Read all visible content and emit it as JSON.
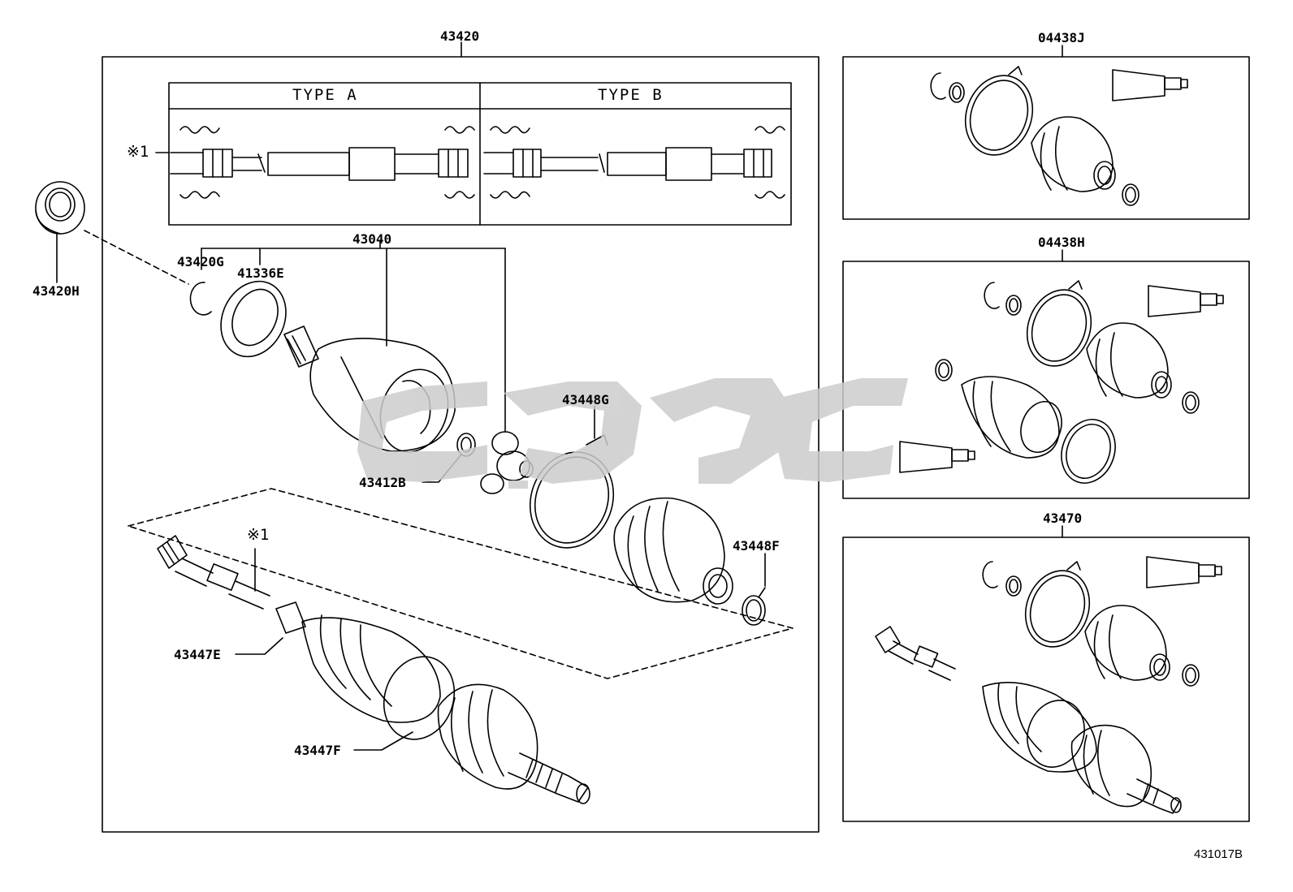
{
  "colors": {
    "ink": "#000000",
    "background": "#ffffff",
    "watermark": "#cccccc"
  },
  "labels": {
    "shaft_assembly": "43420",
    "type_a": "TYPE A",
    "type_b": "TYPE B",
    "note_mark_top": "※1",
    "note_mark_shaft": "※1",
    "bearing": "43420H",
    "snap_ring": "43420G",
    "dust_seal": "41336E",
    "inboard_joint": "43040",
    "tripod_ring": "43412B",
    "boot_band_large": "43448G",
    "boot_band_small": "43448F",
    "boot_inboard": "43447E",
    "boot_outboard": "43447F",
    "boot_kit_j": "04438J",
    "boot_kit_h": "04438H",
    "outboard_joint_kit": "43470",
    "figure_code": "431017B"
  },
  "icons": {
    "watermark": "watermark-logo-icon"
  }
}
